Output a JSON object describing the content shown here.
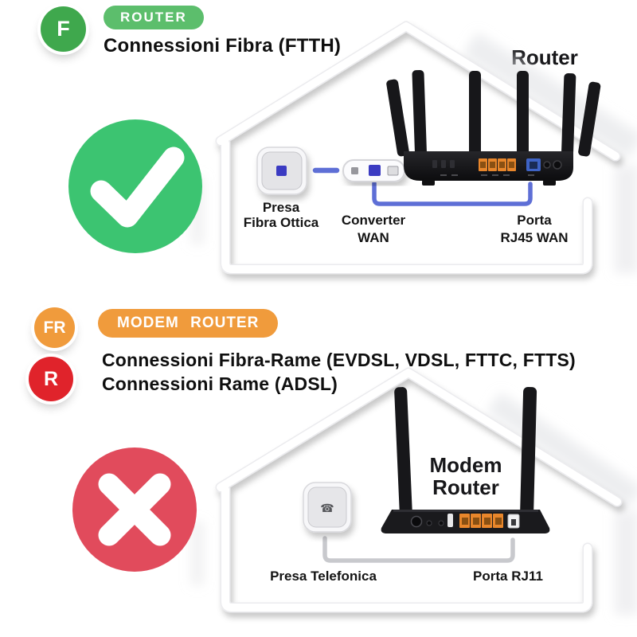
{
  "palette": {
    "green_badge": "#3FA84D",
    "green_pill": "#5CBE6C",
    "green_check": "#3CC471",
    "orange_badge_pill": "#F09B3C",
    "red_badge": "#E0232B",
    "red_x": "#E14B5C",
    "cable_blue": "#5E6FD6",
    "socket_port_blue": "#3A3AC2",
    "cable_grey": "#C8C9CD",
    "lan_port_orange": "#E8862B",
    "wan_port_blue": "#3E63C5"
  },
  "ftth": {
    "badge": "F",
    "pill": "ROUTER",
    "heading": "Connessioni Fibra (FTTH)",
    "device": "Router",
    "socket_line1": "Presa",
    "socket_line2": "Fibra Ottica",
    "converter_line1": "Converter",
    "converter_line2": "WAN",
    "port_line1": "Porta",
    "port_line2": "RJ45 WAN"
  },
  "dsl": {
    "badge_fr": "FR",
    "pill": "MODEM ROUTER",
    "heading_fibra_rame": "Connessioni Fibra-Rame (EVDSL, VDSL, FTTC, FTTS)",
    "badge_r": "R",
    "heading_rame": "Connessioni Rame (ADSL)",
    "device_line1": "Modem",
    "device_line2": "Router",
    "socket": "Presa Telefonica",
    "port": "Porta RJ11",
    "phone_glyph": "☎"
  }
}
